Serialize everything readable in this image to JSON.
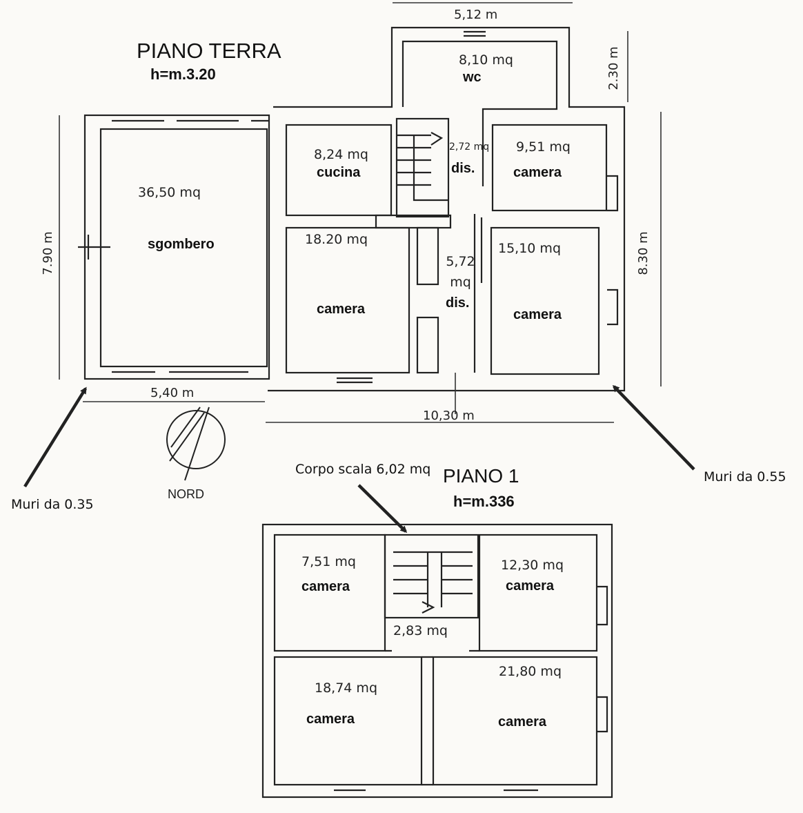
{
  "ground_floor": {
    "title": "PIANO TERRA",
    "height": "h=m.3.20",
    "rooms": [
      {
        "area": "36,50 mq",
        "name": "sgombero"
      },
      {
        "area": "8,24 mq",
        "name": "cucina"
      },
      {
        "area": "8,10 mq",
        "name": "wc"
      },
      {
        "area": "2,72 mq",
        "name": "dis."
      },
      {
        "area": "9,51 mq",
        "name": "camera"
      },
      {
        "area": "18.20 mq",
        "name": "camera"
      },
      {
        "area": "5,72 mq",
        "name": "dis."
      },
      {
        "area": "15,10 mq",
        "name": "camera"
      }
    ],
    "dimensions": {
      "top": "5,12 m",
      "wc_depth": "2.30 m",
      "left_height": "7.90 m",
      "right_height": "8.30 m",
      "left_width": "5,40 m",
      "total_width": "10,30 m"
    },
    "north_label": "NORD"
  },
  "first_floor": {
    "title": "PIANO 1",
    "height": "h=m.336",
    "stair_note": "Corpo scala 6,02 mq",
    "rooms": [
      {
        "area": "7,51 mq",
        "name": "camera"
      },
      {
        "area": "12,30 mq",
        "name": "camera"
      },
      {
        "area": "2,83 mq",
        "name": ""
      },
      {
        "area": "18,74 mq",
        "name": "camera"
      },
      {
        "area": "21,80 mq",
        "name": "camera"
      }
    ]
  },
  "notes": {
    "left_walls": "Muri da 0.35",
    "right_walls": "Muri da 0.55"
  }
}
